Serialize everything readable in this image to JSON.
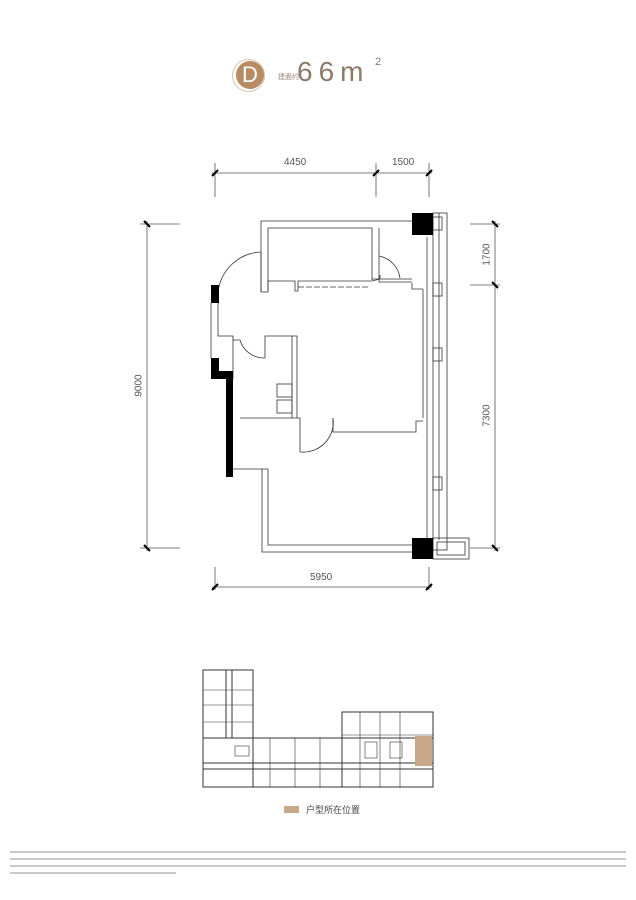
{
  "header": {
    "unit_type": "D",
    "area_prefix": "建面约",
    "area_value": "66m",
    "area_unit_sup": "2"
  },
  "dimensions": {
    "top_left": "4450",
    "top_right": "1500",
    "left_total": "9000",
    "right_top": "1700",
    "right_bottom": "7300",
    "bottom_total": "5950"
  },
  "keyplan": {
    "legend_label": "户型所在位置"
  },
  "colors": {
    "accent": "#b98b63",
    "highlight": "#c9a88a",
    "wall": "#000000",
    "line": "#555555"
  }
}
